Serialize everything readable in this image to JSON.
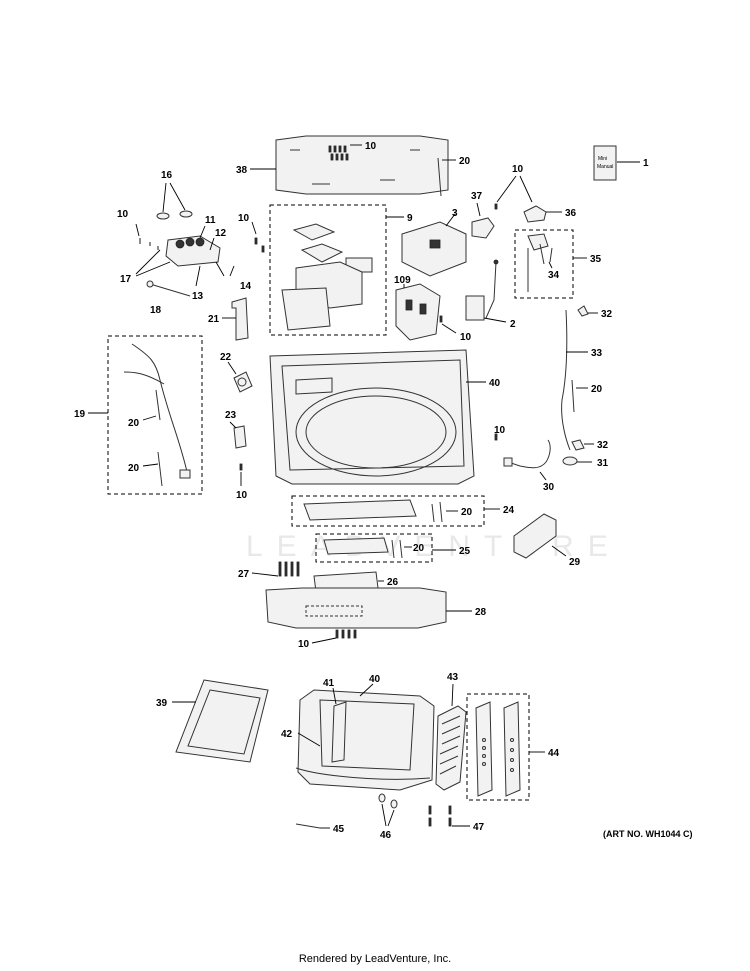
{
  "art_number": "(ART NO. WH1044 C)",
  "footer": "Rendered by LeadVenture, Inc.",
  "watermark": "LEADVENTURE",
  "manual_label_1": "Mini",
  "manual_label_2": "Manual",
  "callouts": {
    "c1": "1",
    "c2": "2",
    "c3": "3",
    "c9": "9",
    "c10a": "10",
    "c10b": "10",
    "c10c": "10",
    "c10d": "10",
    "c10e": "10",
    "c10f": "10",
    "c10g": "10",
    "c10h": "10",
    "c11": "11",
    "c12": "12",
    "c13": "13",
    "c14": "14",
    "c16": "16",
    "c17": "17",
    "c18": "18",
    "c19": "19",
    "c20a": "20",
    "c20b": "20",
    "c20c": "20",
    "c20d": "20",
    "c20e": "20",
    "c20f": "20",
    "c21": "21",
    "c22": "22",
    "c23": "23",
    "c24": "24",
    "c25": "25",
    "c26": "26",
    "c27": "27",
    "c28": "28",
    "c29": "29",
    "c30": "30",
    "c31": "31",
    "c32a": "32",
    "c32b": "32",
    "c33": "33",
    "c34": "34",
    "c35": "35",
    "c36": "36",
    "c37": "37",
    "c38": "38",
    "c39": "39",
    "c40a": "40",
    "c40b": "40",
    "c41": "41",
    "c42": "42",
    "c43": "43",
    "c44": "44",
    "c45": "45",
    "c46": "46",
    "c47": "47",
    "c109": "109"
  }
}
